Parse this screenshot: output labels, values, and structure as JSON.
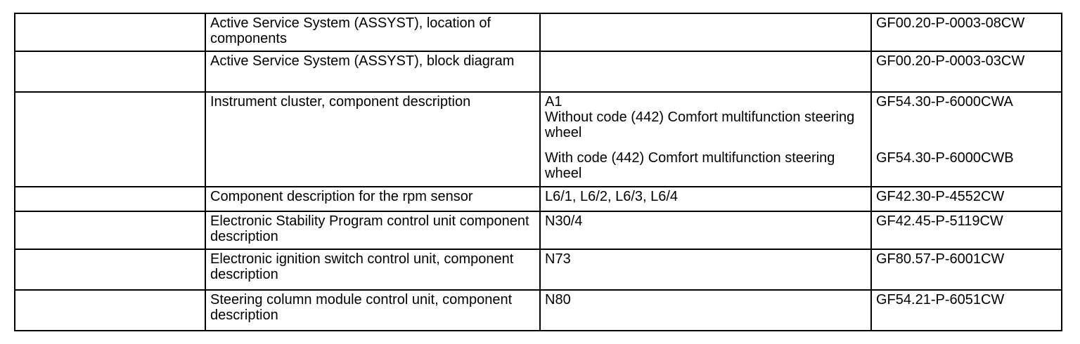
{
  "document": {
    "type": "service-manual-component-index-table",
    "colors": {
      "background": "#ffffff",
      "border": "#000000",
      "text": "#000000"
    }
  },
  "rows": [
    {
      "desc": "Active Service System (ASSYST), location of components",
      "code": "",
      "doc": "GF00.20-P-0003-08CW"
    },
    {
      "desc": "Active Service System (ASSYST), block diagram",
      "code": "",
      "doc": "GF00.20-P-0003-03CW"
    },
    {
      "desc": "Instrument cluster, component description",
      "variants": [
        {
          "code": "A1",
          "condition": "Without code (442) Comfort multifunction steering wheel",
          "doc": "GF54.30-P-6000CWA"
        },
        {
          "code": "",
          "condition": "With code (442) Comfort multifunction steering wheel",
          "doc": "GF54.30-P-6000CWB"
        }
      ]
    },
    {
      "desc": "Component description for the rpm sensor",
      "code": "L6/1, L6/2, L6/3, L6/4",
      "doc": "GF42.30-P-4552CW"
    },
    {
      "desc": "Electronic Stability Program control unit component description",
      "code": "N30/4",
      "doc": "GF42.45-P-5119CW"
    },
    {
      "desc": "Electronic ignition switch control unit, component description",
      "code": "N73",
      "doc": "GF80.57-P-6001CW"
    },
    {
      "desc": "Steering column module control unit, component description",
      "code": "N80",
      "doc": "GF54.21-P-6051CW"
    }
  ]
}
